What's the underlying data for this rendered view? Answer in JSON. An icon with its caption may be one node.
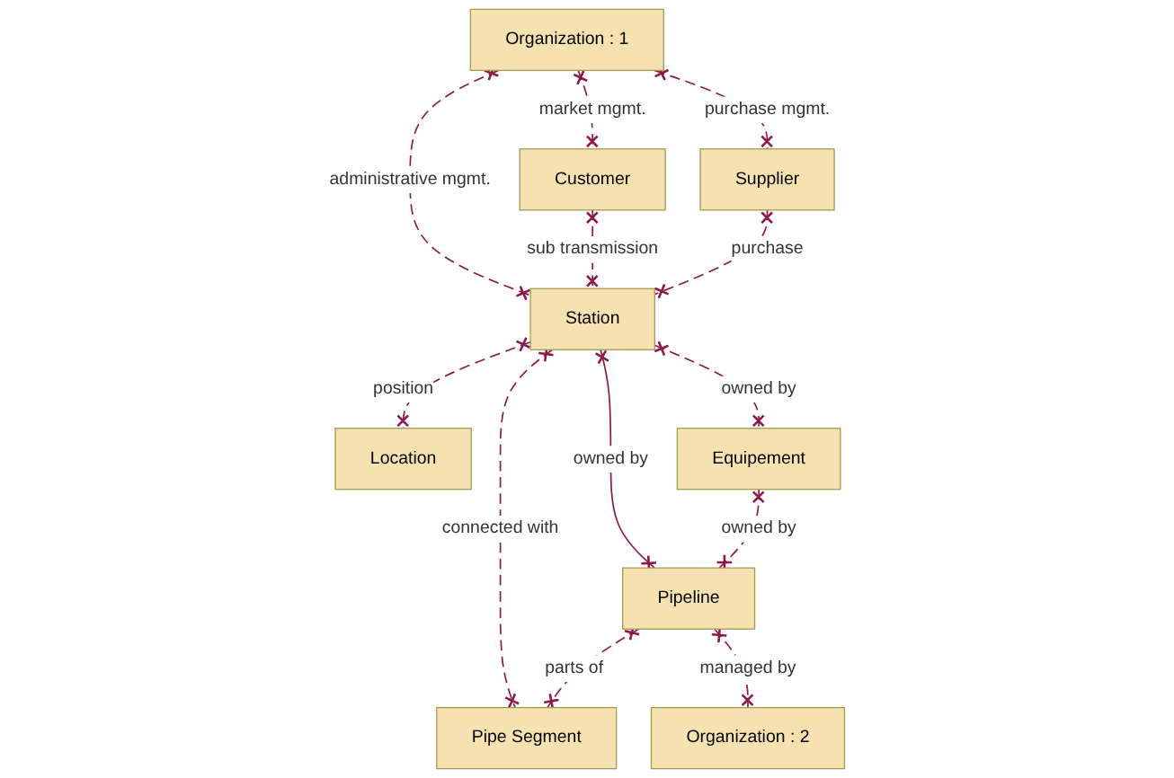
{
  "diagram": {
    "nodes": [
      {
        "text": [
          "Organization : 1"
        ]
      },
      {
        "text": [
          "Customer"
        ]
      },
      {
        "text": [
          "Supplier"
        ]
      },
      {
        "text": [
          "Station"
        ]
      },
      {
        "text": [
          "Location"
        ]
      },
      {
        "text": [
          "Equipement"
        ]
      },
      {
        "text": [
          "Pipeline"
        ]
      },
      {
        "text": [
          "Pipe Segment"
        ]
      },
      {
        "text": [
          "Organization : 2"
        ]
      }
    ],
    "edges": [
      {
        "from": 0,
        "to": 2,
        "arrow": "other",
        "label": "purchase mgmt.",
        "style": "dashed"
      },
      {
        "from": 0,
        "to": 1,
        "arrow": "other",
        "label": "market mgmt.",
        "style": "dashed"
      },
      {
        "from": 0,
        "to": 3,
        "arrow": "other",
        "label": "administrative mgmt.",
        "style": "dashed"
      },
      {
        "from": 1,
        "to": 3,
        "arrow": "other",
        "label": "sub transmission",
        "style": "dashed"
      },
      {
        "from": 2,
        "to": 3,
        "arrow": "other",
        "label": "purchase",
        "style": "dashed"
      },
      {
        "from": 3,
        "to": 4,
        "arrow": "other",
        "label": "position",
        "style": "dashed"
      },
      {
        "from": 3,
        "to": 5,
        "arrow": "other",
        "label": "owned by",
        "style": "dashed"
      },
      {
        "from": 3,
        "to": 6,
        "arrow": "other",
        "label": "owned by"
      },
      {
        "from": 3,
        "to": 7,
        "arrow": "other",
        "label": "connected with",
        "style": "dashed"
      },
      {
        "from": 5,
        "to": 6,
        "arrow": "other",
        "label": "owned by",
        "style": "dashed"
      },
      {
        "from": 6,
        "to": 7,
        "arrow": "other",
        "label": "parts of",
        "style": "dashed"
      },
      {
        "from": 6,
        "to": 8,
        "arrow": "other",
        "label": "managed by",
        "style": "dashed"
      }
    ]
  }
}
